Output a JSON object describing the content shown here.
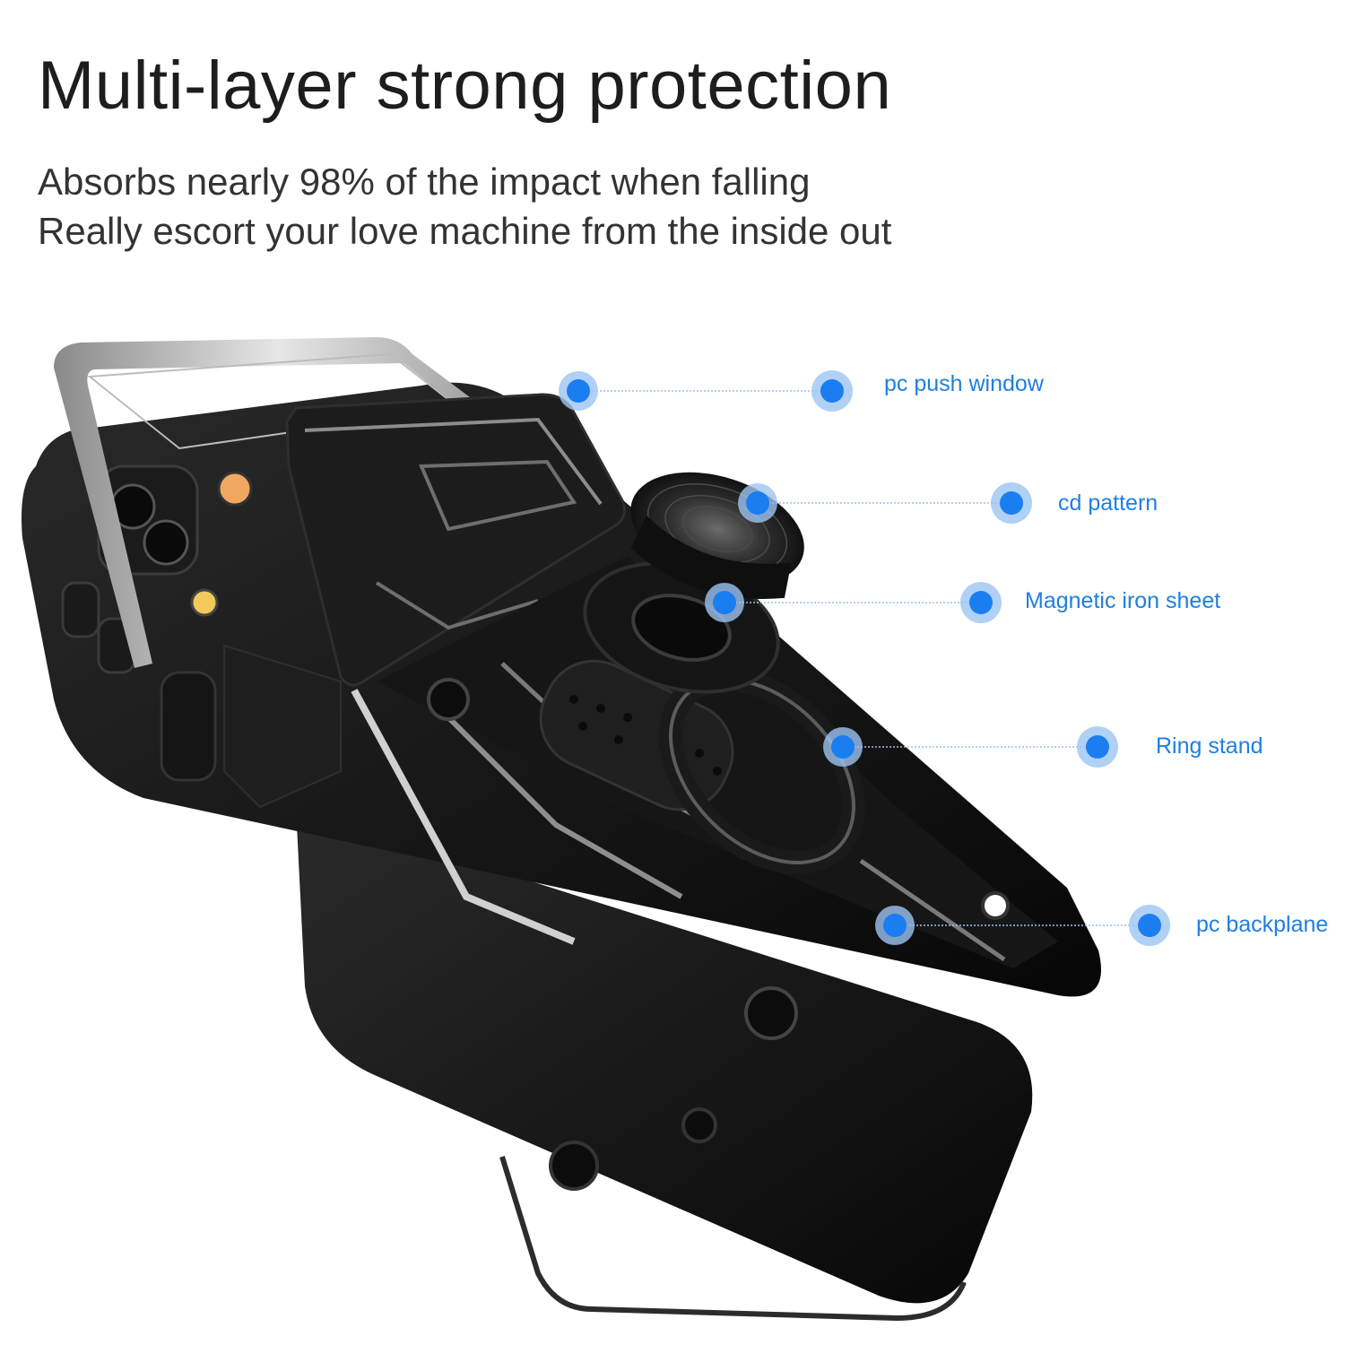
{
  "headline": "Multi-layer strong protection",
  "subtitle_lines": [
    "Absorbs nearly 98% of the impact when falling",
    "Really escort your love machine from the inside out"
  ],
  "callouts": [
    {
      "label": "pc push window"
    },
    {
      "label": "cd pattern"
    },
    {
      "label": "Magnetic iron sheet"
    },
    {
      "label": "Ring stand"
    },
    {
      "label": "pc backplane"
    }
  ],
  "colors": {
    "accent": "#1f7fe0",
    "dot": "#1a7ef0",
    "halo": "#9cc4f2",
    "case": "#141414",
    "frame": "#c9c9c9"
  }
}
